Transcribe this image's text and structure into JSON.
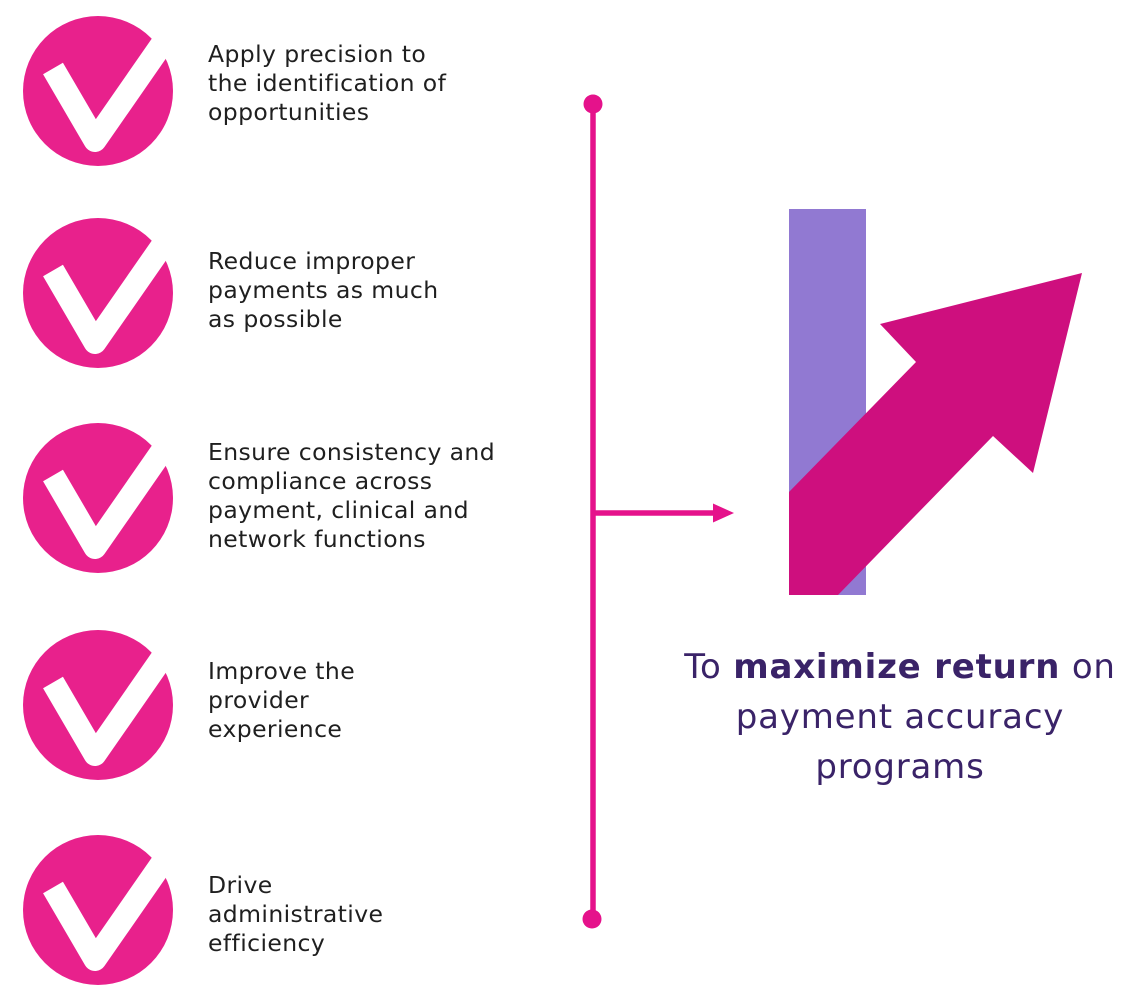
{
  "colors": {
    "check_pink": "#E8218C",
    "check_mark_white": "#FFFFFF",
    "timeline_pink": "#E5128B",
    "arrow_pink": "#CE0F7E",
    "bar_purple": "#9179D2",
    "list_text": "#1F1F1F",
    "caption_purple": "#3A2368"
  },
  "checklist": {
    "items": [
      {
        "label": "Apply precision to\nthe identification of\nopportunities"
      },
      {
        "label": "Reduce improper\npayments as much\nas possible"
      },
      {
        "label": "Ensure consistency and\ncompliance across\npayment, clinical and\nnetwork functions"
      },
      {
        "label": "Improve the\nprovider\nexperience"
      },
      {
        "label": "Drive\nadministrative\nefficiency"
      }
    ]
  },
  "caption": {
    "line1_prefix": "To ",
    "line1_bold": "maximize return",
    "line1_suffix": " on",
    "line2": "payment accuracy",
    "line3": "programs"
  }
}
